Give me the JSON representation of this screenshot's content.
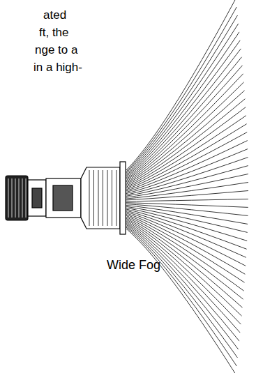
{
  "diagram": {
    "labels": [
      "ated",
      "ft, the",
      "nge to a",
      "in a high-",
      "Wide Fog"
    ]
  }
}
